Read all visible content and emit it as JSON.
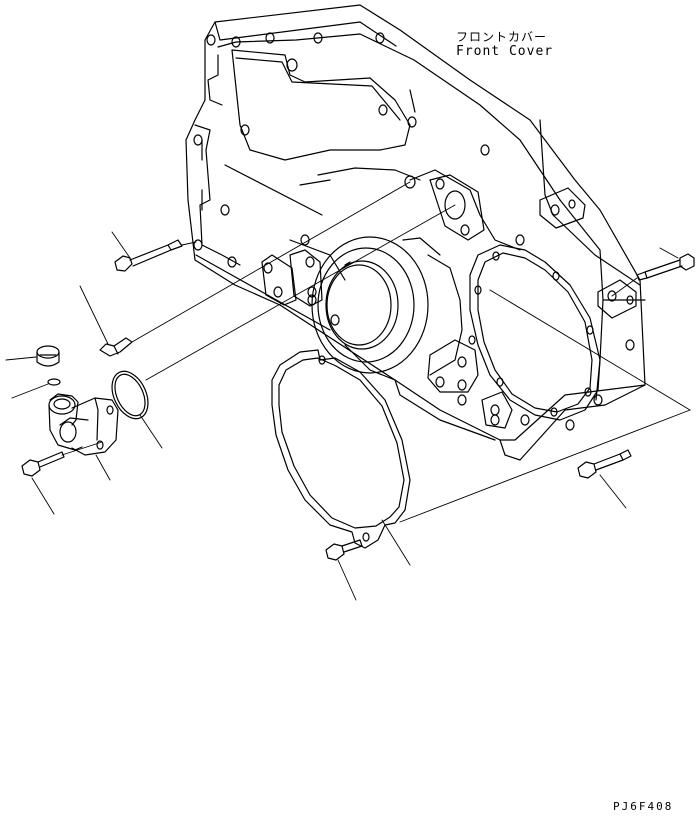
{
  "part_label": {
    "japanese": "フロントカバー",
    "english": "Front Cover"
  },
  "drawing_code": "PJ6F408"
}
